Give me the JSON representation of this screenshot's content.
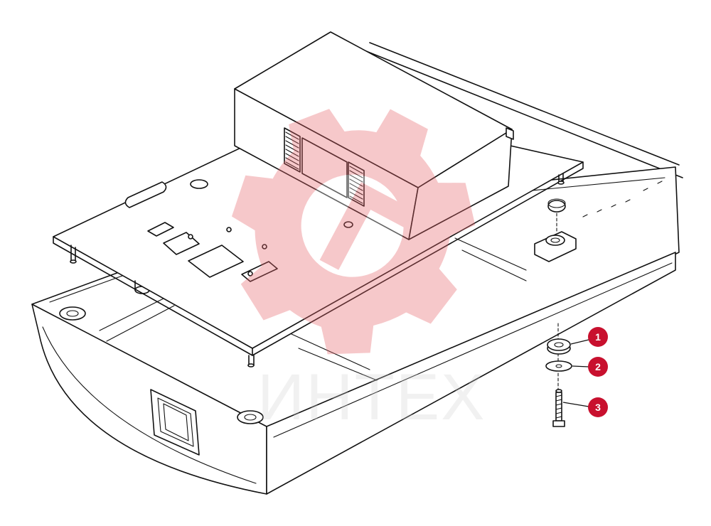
{
  "watermark": {
    "text": "ИНТЕХ",
    "logo_icon": "gear-logo-icon",
    "color": "#e8656b"
  },
  "callouts": [
    {
      "number": "1",
      "part": "rubber-grommet"
    },
    {
      "number": "2",
      "part": "flat-washer"
    },
    {
      "number": "3",
      "part": "mounting-screw"
    }
  ],
  "colors": {
    "line": "#111111",
    "callout": "#c8102e"
  }
}
